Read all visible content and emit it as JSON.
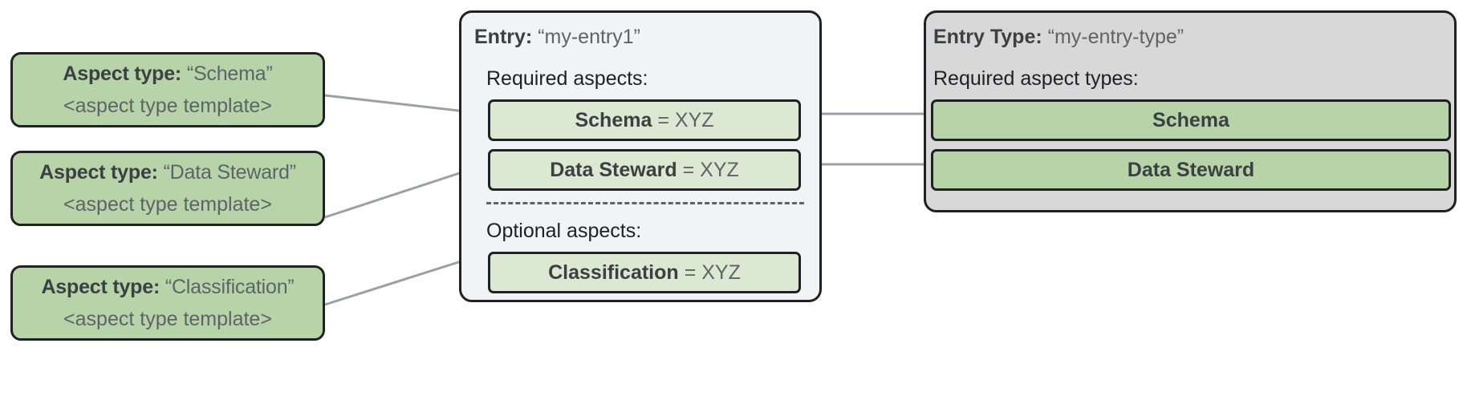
{
  "aspect_type_cards": [
    {
      "label": "Aspect type:",
      "name": "“Schema”",
      "template": "<aspect type template>"
    },
    {
      "label": "Aspect type:",
      "name": "“Data Steward”",
      "template": "<aspect type template>"
    },
    {
      "label": "Aspect type:",
      "name": "“Classification”",
      "template": "<aspect type template>"
    }
  ],
  "entry_panel": {
    "title_label": "Entry:",
    "title_value": "“my-entry1”",
    "required_label": "Required aspects:",
    "optional_label": "Optional aspects:",
    "required_aspects": [
      {
        "name": "Schema",
        "value": "= XYZ"
      },
      {
        "name": "Data Steward",
        "value": "= XYZ"
      }
    ],
    "optional_aspects": [
      {
        "name": "Classification",
        "value": "= XYZ"
      }
    ]
  },
  "entry_type_panel": {
    "title_label": "Entry Type:",
    "title_value": "“my-entry-type”",
    "required_label": "Required aspect types:",
    "required_aspect_types": [
      {
        "name": "Schema"
      },
      {
        "name": "Data Steward"
      }
    ]
  },
  "colors": {
    "aspect_type_green": "#b7d3a8",
    "aspect_instance_green": "#dbe8d2",
    "entry_panel_gray": "#f1f3f4",
    "entry_type_panel_gray": "#d8d8d8",
    "outline": "#202124",
    "connector": "#9aa0a6",
    "text_primary": "#3c4043",
    "text_secondary": "#5f6368"
  }
}
